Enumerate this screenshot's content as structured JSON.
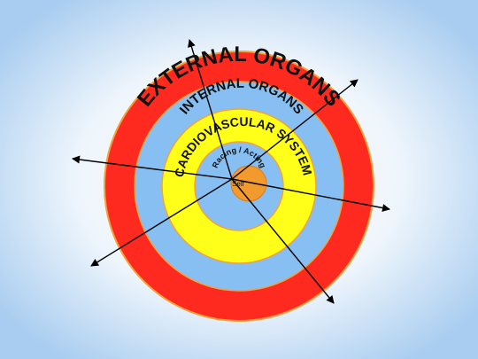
{
  "diagram": {
    "rings": [
      {
        "id": "external",
        "label": "EXTERNAL ORGANS",
        "color": "#ff2a1f",
        "text_color": "#111111"
      },
      {
        "id": "internal",
        "label": "INTERNAL ORGANS",
        "color": "#87bff3",
        "text_color": "#111111"
      },
      {
        "id": "cardio",
        "label": "CARDIOVASCULAR SYSTEM",
        "color": "#ffff1a",
        "text_color": "#111111"
      },
      {
        "id": "core",
        "label": "Racing / Acting",
        "color": "#87bff3",
        "text_color": "#111111"
      }
    ],
    "center": {
      "label": "Self",
      "color": "#f29a2e"
    },
    "background": {
      "center_color": "#ffffff",
      "edge_color": "#a9cdf0"
    },
    "accent_colors": {
      "ring_outline": "#f2a23a",
      "arrow": "#000000"
    }
  }
}
